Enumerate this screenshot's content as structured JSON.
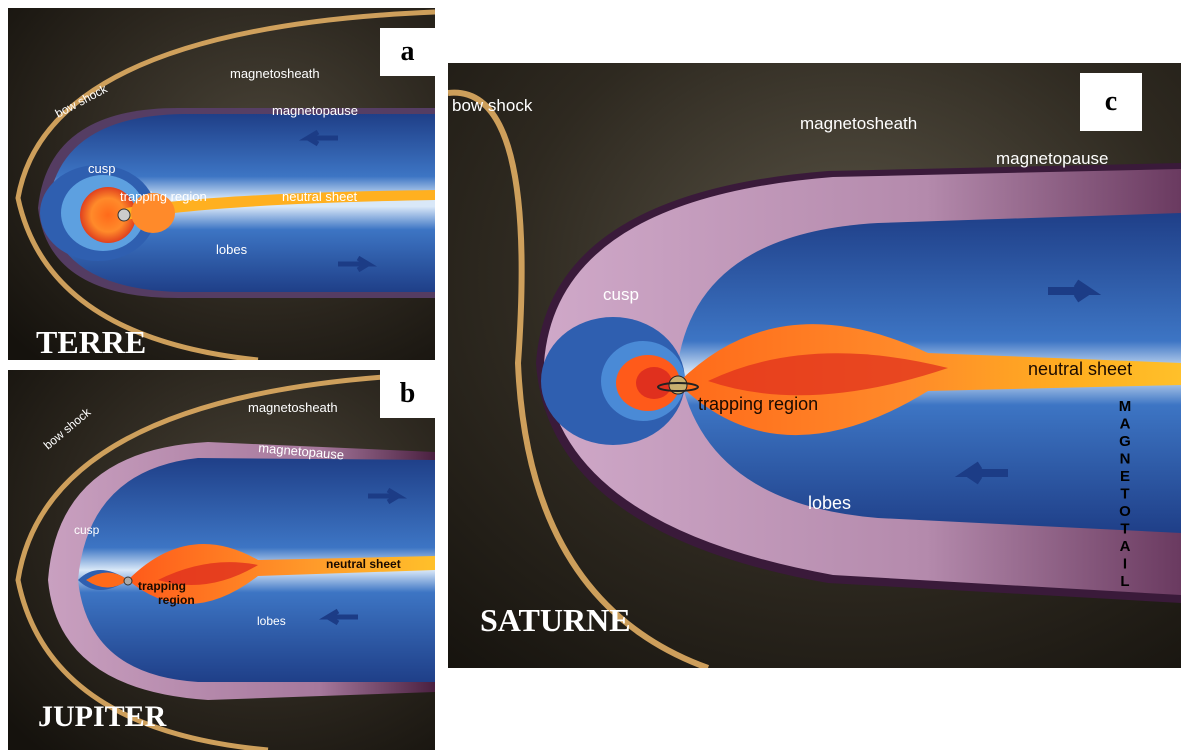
{
  "panels": {
    "a": {
      "badge": "a",
      "planet": "TERRE",
      "labels": {
        "bow_shock": "bow shock",
        "magnetosheath": "magnetosheath",
        "magnetopause": "magnetopause",
        "cusp": "cusp",
        "trapping_region": "trapping region",
        "neutral_sheet": "neutral sheet",
        "lobes": "lobes"
      }
    },
    "b": {
      "badge": "b",
      "planet": "JUPITER",
      "labels": {
        "bow_shock": "bow shock",
        "magnetosheath": "magnetosheath",
        "magnetopause": "magnetopause",
        "cusp": "cusp",
        "trapping_1": "trapping",
        "trapping_2": "region",
        "neutral_sheet": "neutral sheet",
        "lobes": "lobes"
      }
    },
    "c": {
      "badge": "c",
      "planet": "SATURNE",
      "labels": {
        "bow_shock": "bow shock",
        "magnetosheath": "magnetosheath",
        "magnetopause": "magnetopause",
        "cusp": "cusp",
        "trapping_region": "trapping region",
        "neutral_sheet": "neutral sheet",
        "lobes": "lobes",
        "magnetotail": [
          "M",
          "A",
          "G",
          "N",
          "E",
          "T",
          "O",
          "T",
          "A",
          "I",
          "L"
        ]
      }
    }
  },
  "colors": {
    "space": "#1d1a14",
    "bow_shock": "#d8a25a",
    "sheath_purple": "#b98aac",
    "lobe_blue": "#2f5fb0",
    "lobe_light": "#cfe0f5",
    "trapping_orange": "#ff7a1a",
    "trapping_red": "#e0301e",
    "neutral_yellow": "#ffc02a"
  }
}
